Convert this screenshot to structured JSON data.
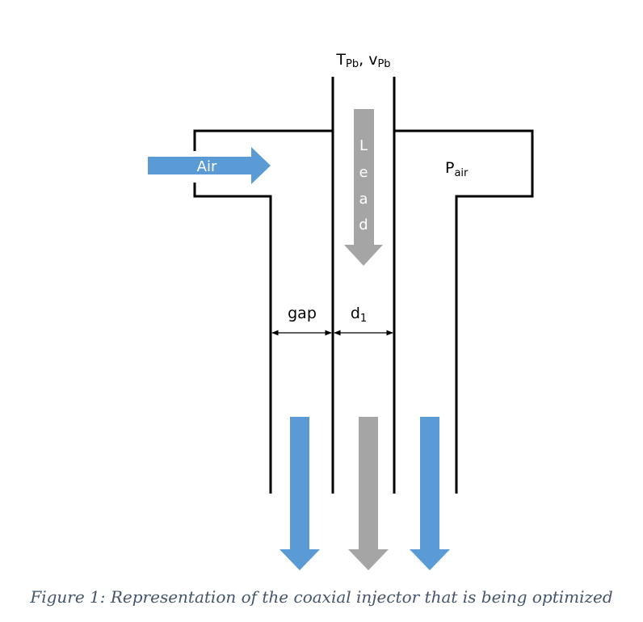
{
  "labels": {
    "top_T": "T",
    "top_T_sub": "Pb",
    "top_sep": ", ",
    "top_v": "v",
    "top_v_sub": "Pb",
    "pressure_main": "P",
    "pressure_sub": "air",
    "air_inlet": "Air",
    "lead_letters": [
      "L",
      "e",
      "a",
      "d"
    ],
    "gap": "gap",
    "d1_main": "d",
    "d1_sub": "1"
  },
  "caption": "Figure 1: Representation of the coaxial injector that is being optimized",
  "colors": {
    "air_arrow": "#5b9bd5",
    "lead_arrow": "#a5a5a5",
    "walls": "#000000",
    "caption": "#44546a"
  }
}
